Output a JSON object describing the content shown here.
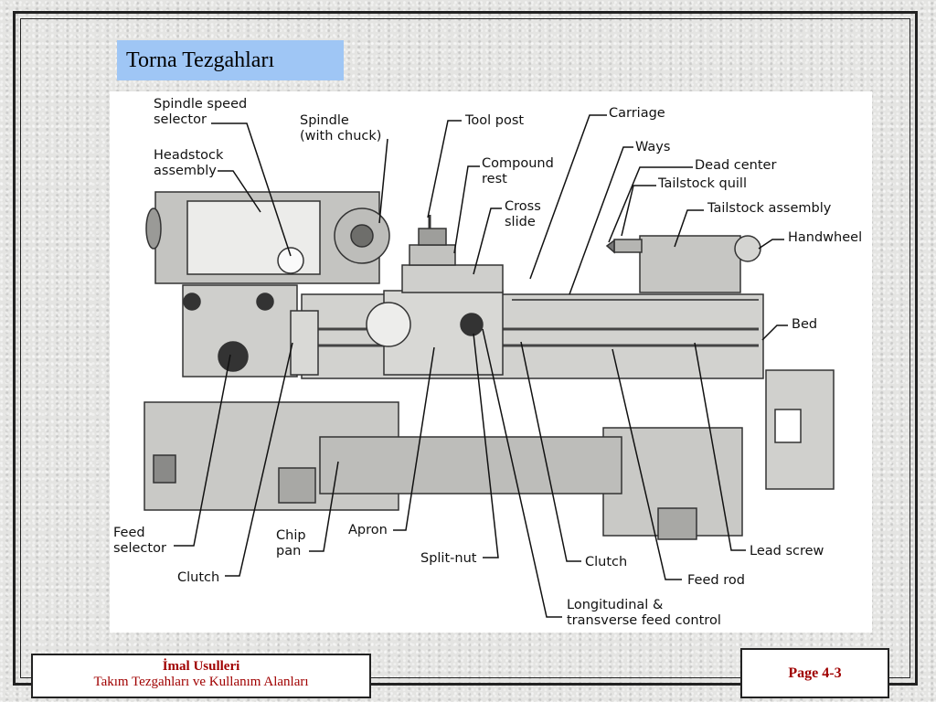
{
  "slide": {
    "title": "Torna Tezgahları",
    "footer_course": "İmal Usulleri",
    "footer_subtitle": "Takım Tezgahları ve Kullanım Alanları",
    "page": "Page 4-3"
  },
  "diagram": {
    "labels": {
      "spindle_speed_selector_1": "Spindle speed",
      "spindle_speed_selector_2": "selector",
      "headstock_1": "Headstock",
      "headstock_2": "assembly",
      "spindle_1": "Spindle",
      "spindle_2": "(with chuck)",
      "tool_post": "Tool post",
      "compound_1": "Compound",
      "compound_2": "rest",
      "cross_1": "Cross",
      "cross_2": "slide",
      "carriage": "Carriage",
      "ways": "Ways",
      "dead_center": "Dead center",
      "tailstock_quill": "Tailstock quill",
      "tailstock_assembly": "Tailstock assembly",
      "handwheel": "Handwheel",
      "bed": "Bed",
      "feed_selector_1": "Feed",
      "feed_selector_2": "selector",
      "clutch_left": "Clutch",
      "chip_pan_1": "Chip",
      "chip_pan_2": "pan",
      "apron": "Apron",
      "split_nut": "Split-nut",
      "clutch_right": "Clutch",
      "lead_screw": "Lead screw",
      "feed_rod": "Feed rod",
      "longitudinal_1": "Longitudinal &",
      "longitudinal_2": "transverse feed control"
    }
  }
}
